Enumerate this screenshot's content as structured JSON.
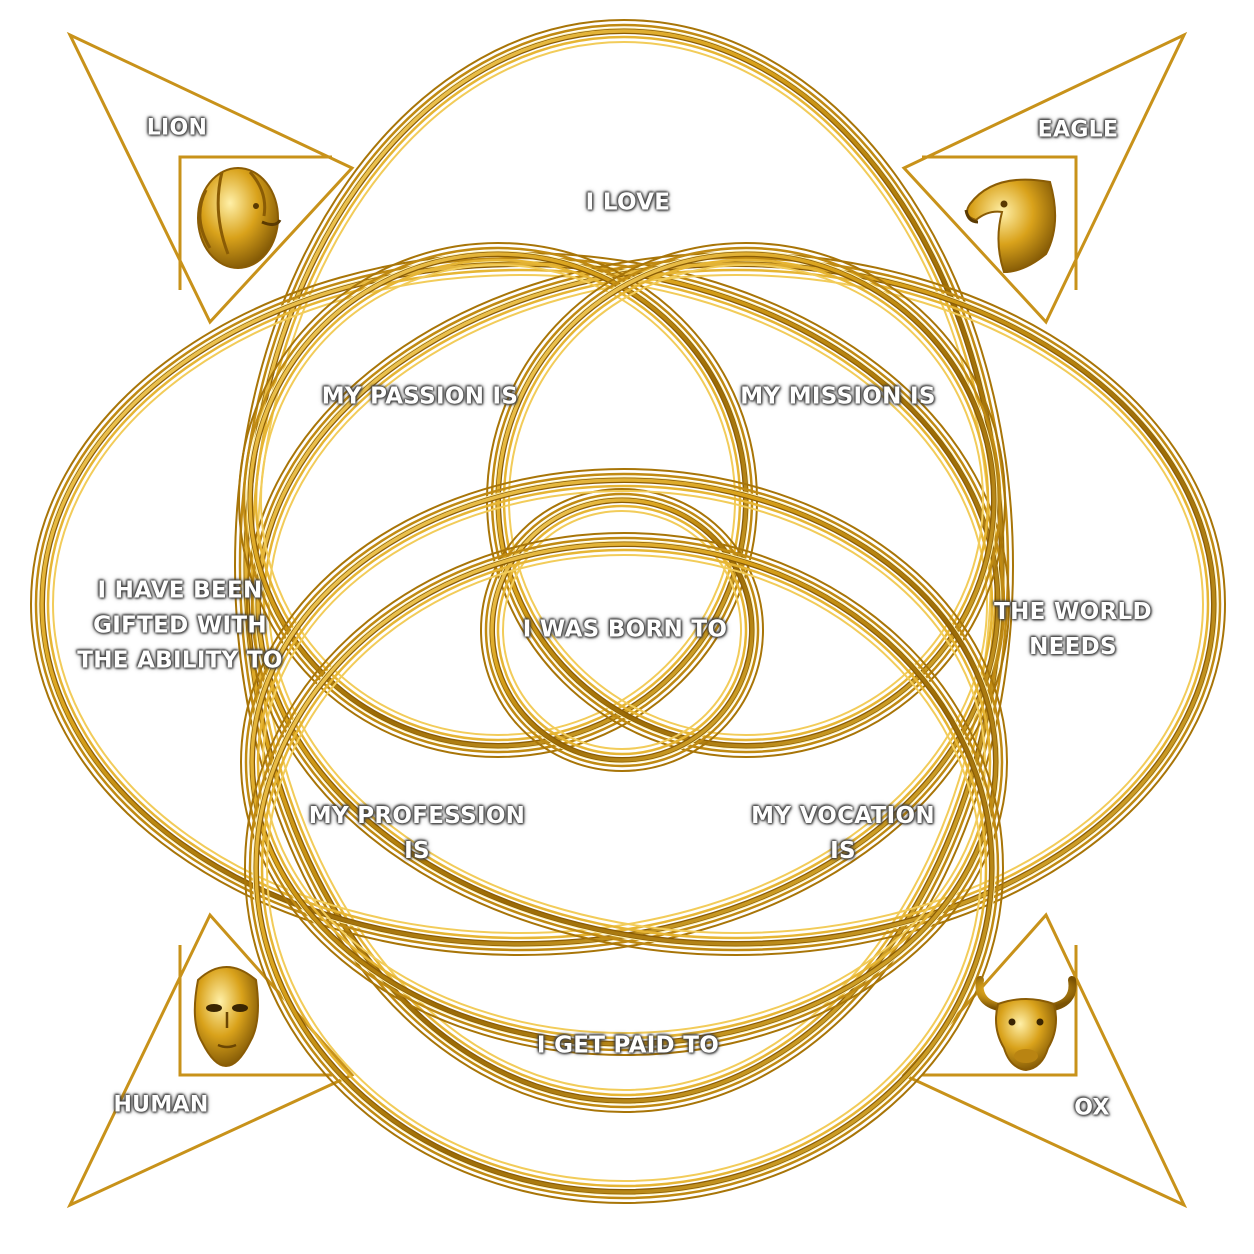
{
  "corners": {
    "lion": "LION",
    "eagle": "EAGLE",
    "human": "HUMAN",
    "ox": "OX"
  },
  "regions": {
    "love": "I LOVE",
    "passion": "MY PASSION IS",
    "mission": "MY MISSION IS",
    "gifted": [
      "I HAVE BEEN",
      "GIFTED WITH",
      "THE ABILITY TO"
    ],
    "born": "I WAS BORN TO",
    "world": [
      "THE WORLD",
      "NEEDS"
    ],
    "profession": [
      "MY PROFESSION",
      "IS"
    ],
    "vocation": [
      "MY VOCATION",
      "IS"
    ],
    "paid": "I GET PAID TO"
  },
  "icons": {
    "lion": "lion-head-icon",
    "eagle": "eagle-head-icon",
    "human": "human-mask-icon",
    "ox": "ox-head-icon"
  },
  "colors": {
    "gold_dark": "#9a6a06",
    "gold": "#d9a21b",
    "gold_light": "#f7d774",
    "label_text": "#ffffff",
    "background": "#ffffff"
  }
}
